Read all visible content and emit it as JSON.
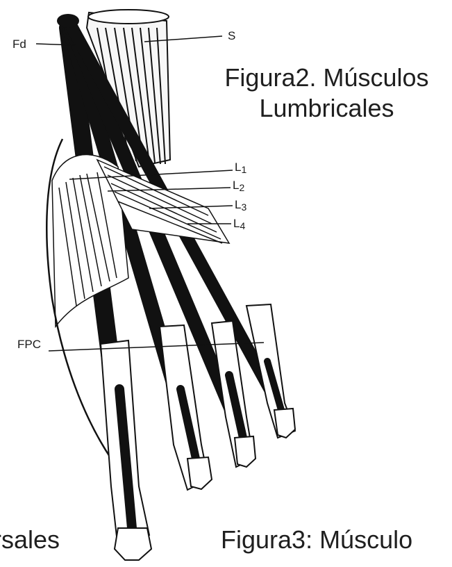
{
  "captions": {
    "figure2_line1": "Figura2. Músculos",
    "figure2_line2": "Lumbricales",
    "bottom_left": "rsales",
    "figure3": "Figura3: Músculo"
  },
  "labels": {
    "fd": "Fd",
    "s": "S",
    "l1": "L",
    "l1_sub": "1",
    "l2": "L",
    "l2_sub": "2",
    "l3": "L",
    "l3_sub": "3",
    "l4": "L",
    "l4_sub": "4",
    "fpc": "FPC"
  },
  "colors": {
    "ink": "#111111",
    "caption_text": "#1f1f1f",
    "background": "#ffffff"
  }
}
